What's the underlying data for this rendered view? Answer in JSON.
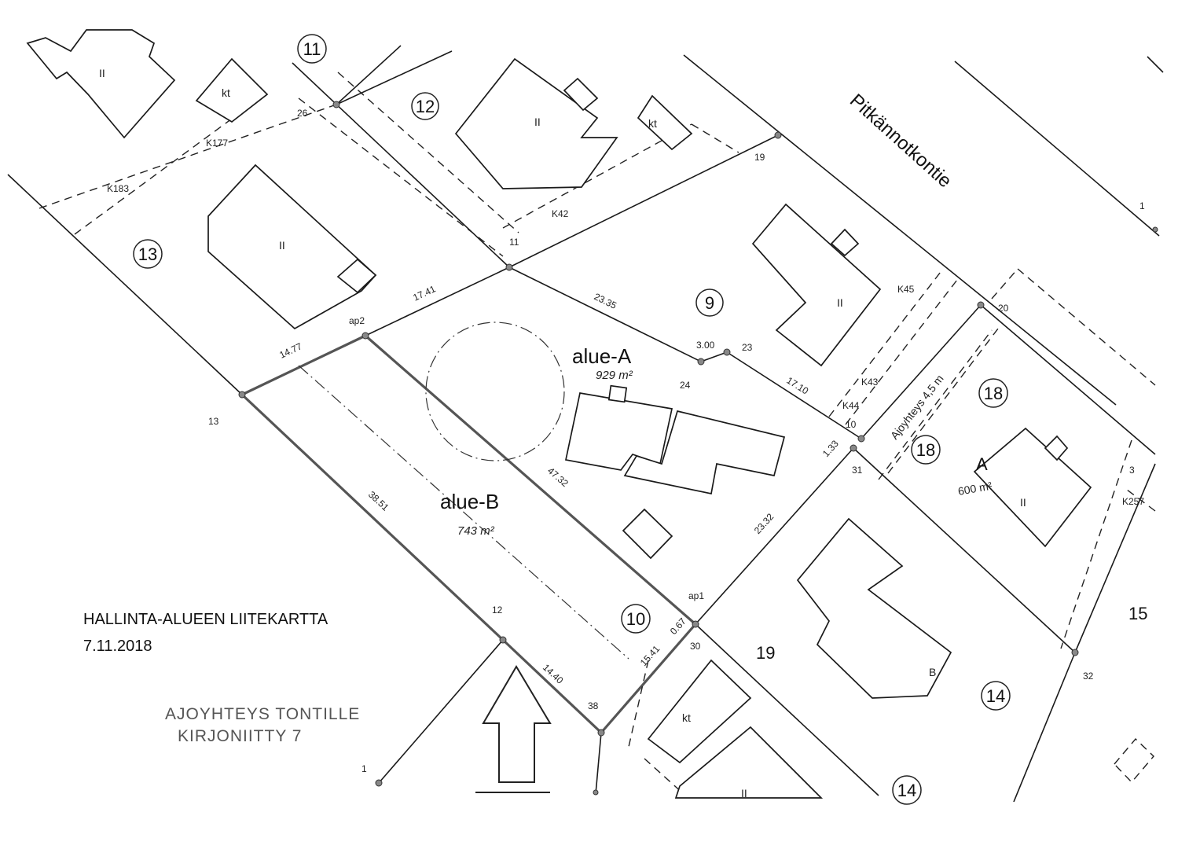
{
  "title": {
    "line1": "HALLINTA-ALUEEN LIITEKARTTA",
    "line2": "7.11.2018"
  },
  "access_note": {
    "line1": "AJOYHTEYS TONTILLE",
    "line2": "KIRJONIITTY 7"
  },
  "road_name": "Pitkännotkontie",
  "areas": {
    "a": {
      "name": "alue-A",
      "area": "929 m²"
    },
    "b": {
      "name": "alue-B",
      "area": "743 m²"
    }
  },
  "plot_numbers": [
    "11",
    "12",
    "13",
    "9",
    "18",
    "18",
    "10",
    "14",
    "14"
  ],
  "plot_labels": {
    "n19": "19",
    "n15": "15",
    "a_lot": "A",
    "a_lot_area": "600 m²",
    "b_lot": "B"
  },
  "floor_labels": {
    "f1": "II",
    "f2": "II",
    "f3": "II",
    "f4": "II",
    "f5": "II",
    "f6": "II"
  },
  "kt_labels": {
    "k1": "kt",
    "k2": "kt",
    "k3": "kt"
  },
  "access_road_label": "Ajoyhteys 4,5 m",
  "dimensions": {
    "d1": "17.41",
    "d2": "14.77",
    "d3": "23.35",
    "d4": "3.00",
    "d5": "17.10",
    "d6": "47.32",
    "d7": "38.51",
    "d8": "23.32",
    "d9": "1.33",
    "d10": "0.67",
    "d11": "15.41",
    "d12": "14.40"
  },
  "point_labels": {
    "p26": "26",
    "p19": "19",
    "p11": "11",
    "p13": "13",
    "p23": "23",
    "p24": "24",
    "p10": "10",
    "p31": "31",
    "p20": "20",
    "p12": "12",
    "p30": "30",
    "p38": "38",
    "p32": "32",
    "p3": "3",
    "p1a": "1",
    "p1b": "1",
    "ap1": "ap1",
    "ap2": "ap2"
  },
  "easement_labels": {
    "k177": "K177",
    "k183": "K183",
    "k42": "K42",
    "k45": "K45",
    "k43": "K43",
    "k44": "K44",
    "k257": "K257"
  }
}
